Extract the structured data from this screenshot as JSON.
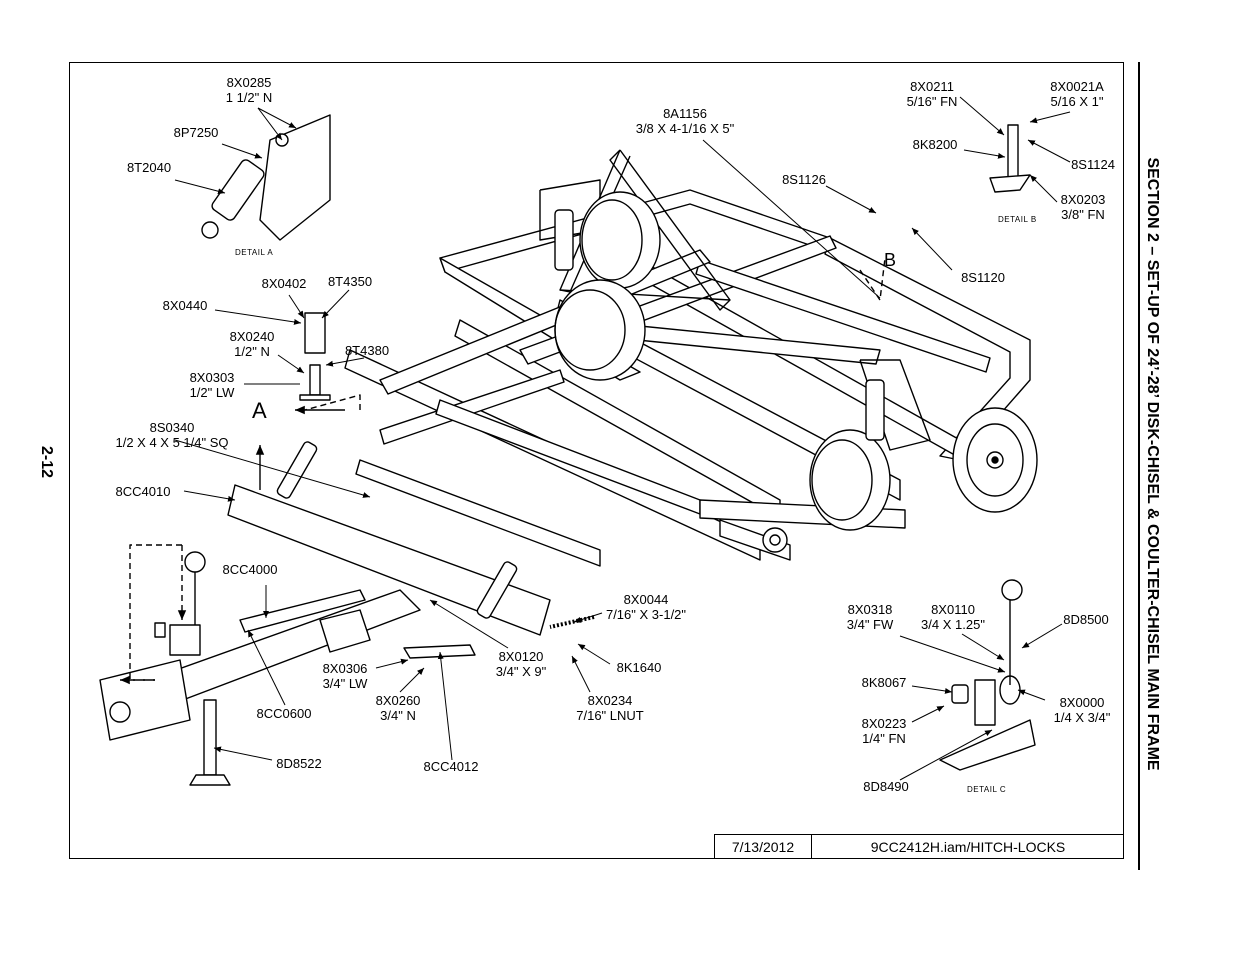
{
  "page_number": "2-12",
  "section_title": "SECTION 2 – SET-UP OF 24’-28’ DISK-CHISEL & COULTER-CHISEL MAIN FRAME",
  "title_block": {
    "date": "7/13/2012",
    "file": "9CC2412H.iam/HITCH-LOCKS"
  },
  "details": {
    "a": "DETAIL A",
    "b": "DETAIL B",
    "c": "DETAIL C"
  },
  "view_letters": {
    "a": "A",
    "b": "B"
  },
  "labels": {
    "p8X0285": [
      "8X0285",
      "1 1/2\" N"
    ],
    "p8P7250": [
      "8P7250"
    ],
    "p8T2040": [
      "8T2040"
    ],
    "p8A1156": [
      "8A1156",
      "3/8 X 4-1/16 X 5\""
    ],
    "p8X0211": [
      "8X0211",
      "5/16\" FN"
    ],
    "p8X0021A": [
      "8X0021A",
      "5/16 X 1\""
    ],
    "p8K8200": [
      "8K8200"
    ],
    "p8S1124": [
      "8S1124"
    ],
    "p8X0203": [
      "8X0203",
      "3/8\" FN"
    ],
    "p8S1126": [
      "8S1126"
    ],
    "p8S1120": [
      "8S1120"
    ],
    "p8X0402": [
      "8X0402"
    ],
    "p8T4350": [
      "8T4350"
    ],
    "p8X0440": [
      "8X0440"
    ],
    "p8X0240": [
      "8X0240",
      "1/2\" N"
    ],
    "p8T4380": [
      "8T4380"
    ],
    "p8X0303": [
      "8X0303",
      "1/2\" LW"
    ],
    "p8S0340": [
      "8S0340",
      "1/2 X 4 X 5 1/4\" SQ"
    ],
    "p8CC4010": [
      "8CC4010"
    ],
    "p8CC4000": [
      "8CC4000"
    ],
    "p8CC0600": [
      "8CC0600"
    ],
    "p8D8522": [
      "8D8522"
    ],
    "p8X0306": [
      "8X0306",
      "3/4\" LW"
    ],
    "p8X0260": [
      "8X0260",
      "3/4\" N"
    ],
    "p8CC4012": [
      "8CC4012"
    ],
    "p8X0120": [
      "8X0120",
      "3/4\" X 9\""
    ],
    "p8X0044": [
      "8X0044",
      "7/16\" X 3-1/2\""
    ],
    "p8K1640": [
      "8K1640"
    ],
    "p8X0234": [
      "8X0234",
      "7/16\" LNUT"
    ],
    "p8X0318": [
      "8X0318",
      "3/4\" FW"
    ],
    "p8X0110": [
      "8X0110",
      "3/4 X 1.25\""
    ],
    "p8D8500": [
      "8D8500"
    ],
    "p8K8067": [
      "8K8067"
    ],
    "p8X0000": [
      "8X0000",
      "1/4 X 3/4\""
    ],
    "p8X0223": [
      "8X0223",
      "1/4\" FN"
    ],
    "p8D8490": [
      "8D8490"
    ]
  }
}
